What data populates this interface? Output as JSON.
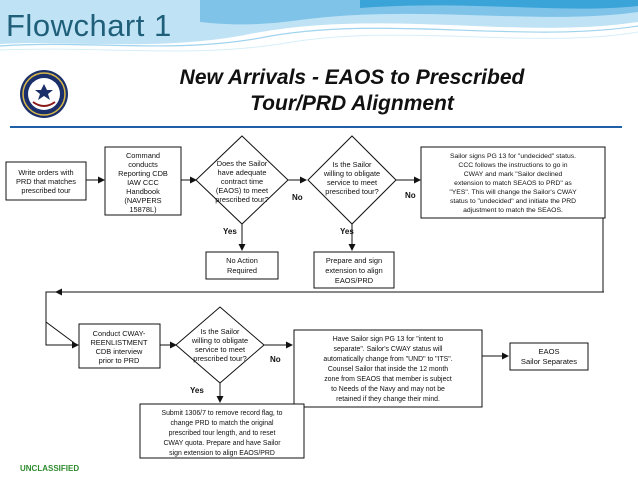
{
  "slide": {
    "title": "Flowchart 1",
    "footer": "UNCLASSIFIED"
  },
  "diagram": {
    "heading_line1": "New Arrivals - EAOS to Prescribed",
    "heading_line2": "Tour/PRD Alignment",
    "seal_label": "Navy seal",
    "nodes": {
      "write_orders": [
        "Write orders with",
        "PRD that matches",
        "prescribed  tour"
      ],
      "command_conducts": [
        "Command",
        "conducts",
        "Reporting CDB",
        "IAW CCC",
        "Handbook",
        "(NAVPERS",
        "15878L)"
      ],
      "decision_eaos": [
        "Does the Sailor",
        "have adequate",
        "contract time",
        "(EAOS) to meet",
        "prescribed tour?"
      ],
      "decision_obligate1": [
        "Is the Sailor",
        "willing to  obligate",
        "service to meet",
        "prescribed tour?"
      ],
      "sign_pg13_undecided": [
        "Sailor signs PG 13 for \"undecided\" status.",
        "CCC  follows the instructions to go in",
        "CWAY and mark \"Sailor declined",
        "extension to match SEAOS to PRD\"  as",
        "\"YES\". This will change the Sailor's CWAY",
        "status to \"undecided\" and initiate the PRD",
        "adjustment to match the SEAOS."
      ],
      "no_action": [
        "No Action",
        "Required"
      ],
      "prepare_sign": [
        "Prepare and sign",
        "extension to align",
        "EAOS/PRD"
      ],
      "conduct_cway": [
        "Conduct CWAY-",
        "REENLISTMENT",
        "CDB interview",
        "prior to PRD"
      ],
      "decision_obligate2": [
        "Is the Sailor",
        "willing to  obligate",
        "service to meet",
        "prescribed tour?"
      ],
      "sign_pg13_separate": [
        "Have Sailor sign PG 13 for \"intent to",
        "separate\". Sailor's CWAY status will",
        "automatically change from \"UND\" to \"ITS\".",
        "Counsel Sailor that inside the 12 month",
        "zone from SEAOS that member is subject",
        "to Needs of the Navy and may not be",
        "retained if they change their mind."
      ],
      "eaos_separates": [
        "EAOS",
        "Sailor Separates"
      ],
      "submit_1306": [
        "Submit 1306/7 to remove record flag, to",
        "change PRD to match the original",
        "prescribed tour length, and to reset",
        "CWAY quota. Prepare and have Sailor",
        "sign extension to align EAOS/PRD"
      ]
    },
    "labels": {
      "eaos_no": "No",
      "eaos_yes": "Yes",
      "obligate1_no": "No",
      "obligate1_yes": "Yes",
      "obligate2_no": "No",
      "obligate2_yes": "Yes"
    }
  },
  "colors": {
    "banner_blue": "#3aa3d8",
    "banner_light": "#bfe3f5",
    "title_text": "#1f5f7a",
    "footer_green": "#2e8b2e",
    "rule_blue": "#1f5fa8"
  }
}
